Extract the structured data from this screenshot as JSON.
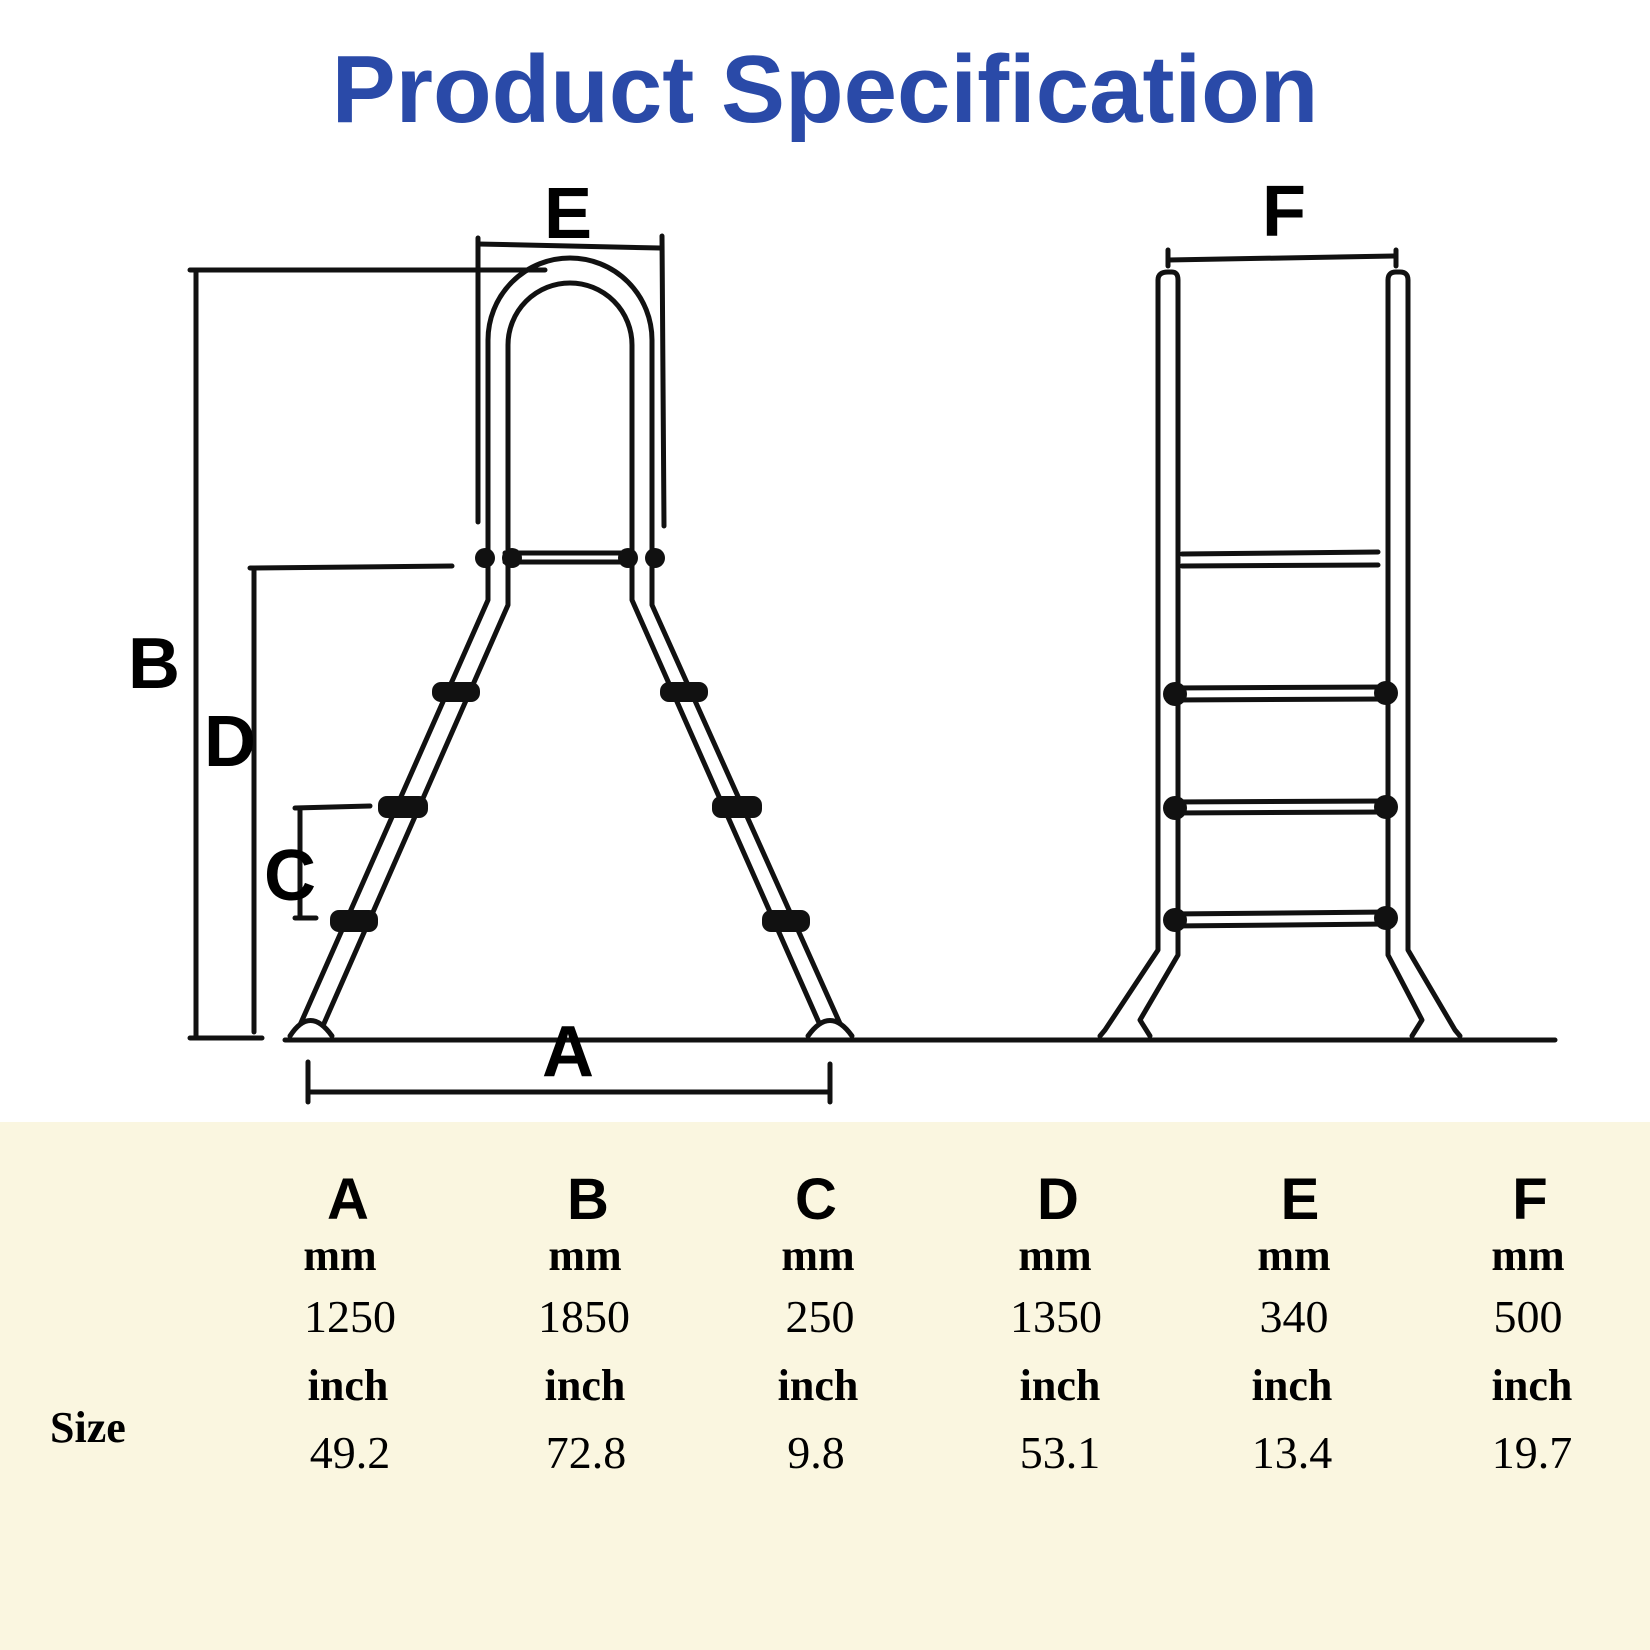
{
  "title": "Product Specification",
  "diagram": {
    "labels": {
      "A": "A",
      "B": "B",
      "C": "C",
      "D": "D",
      "E": "E",
      "F": "F"
    }
  },
  "spec_table": {
    "row_label": "Size",
    "mm_unit": "mm",
    "inch_unit": "inch",
    "columns": [
      {
        "letter": "A",
        "mm": "1250",
        "inch": "49.2"
      },
      {
        "letter": "B",
        "mm": "1850",
        "inch": "72.8"
      },
      {
        "letter": "C",
        "mm": "250",
        "inch": "9.8"
      },
      {
        "letter": "D",
        "mm": "1350",
        "inch": "53.1"
      },
      {
        "letter": "E",
        "mm": "340",
        "inch": "13.4"
      },
      {
        "letter": "F",
        "mm": "500",
        "inch": "19.7"
      }
    ]
  }
}
